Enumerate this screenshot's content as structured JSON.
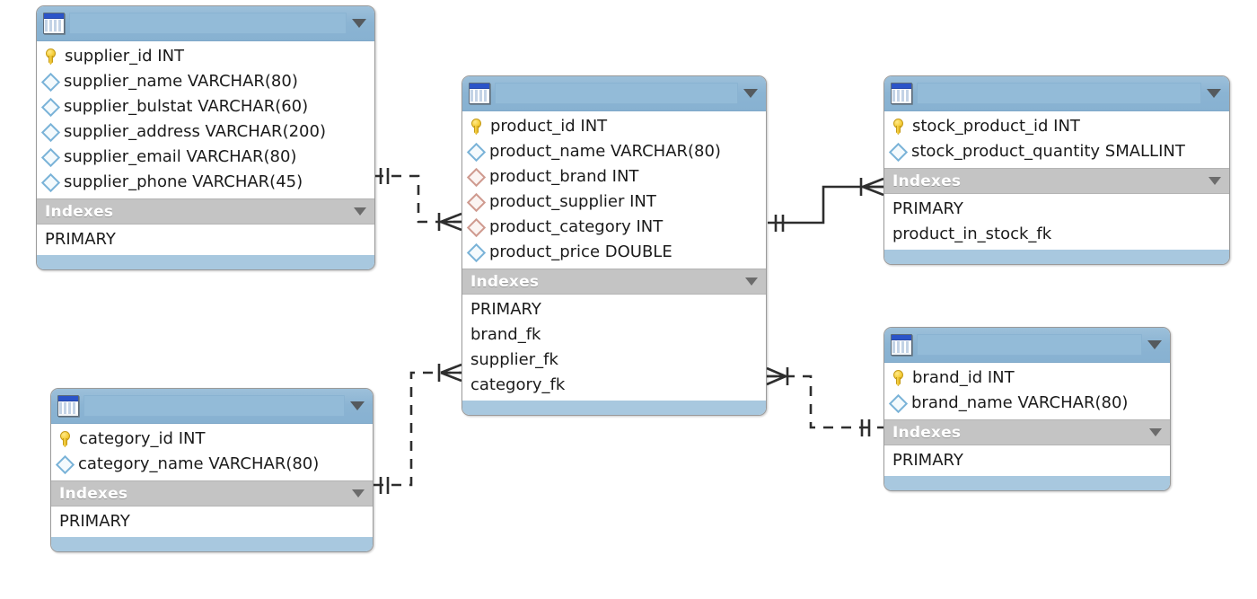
{
  "diagram": {
    "kind": "eer-diagram",
    "background": "#ffffff",
    "title_bar_color": "#8bb4d3",
    "index_header_color": "#c4c4c4",
    "footer_color": "#a8c8df",
    "pk_icon_color": "#f6cf3c",
    "column_icon_color": "#7ab3d8",
    "fk_icon_color": "#cf9a8f",
    "connector_color": "#2e2e2e"
  },
  "icons": {
    "table": "table-icon",
    "collapse": "chevron-down-icon",
    "primary_key": "key-icon",
    "column": "diamond-icon",
    "foreign_key_column": "diamond-fk-icon"
  },
  "labels": {
    "indexes_section": "Indexes"
  },
  "tables": [
    {
      "id": "supplier",
      "title": "",
      "columns": [
        {
          "name": "supplier_id INT",
          "icon": "key-icon",
          "kind": "pk"
        },
        {
          "name": "supplier_name VARCHAR(80)",
          "icon": "diamond-icon",
          "kind": "column"
        },
        {
          "name": "supplier_bulstat VARCHAR(60)",
          "icon": "diamond-icon",
          "kind": "column"
        },
        {
          "name": "supplier_address VARCHAR(200)",
          "icon": "diamond-icon",
          "kind": "column"
        },
        {
          "name": "supplier_email VARCHAR(80)",
          "icon": "diamond-icon",
          "kind": "column"
        },
        {
          "name": "supplier_phone VARCHAR(45)",
          "icon": "diamond-icon",
          "kind": "column"
        }
      ],
      "indexes": [
        "PRIMARY"
      ]
    },
    {
      "id": "product",
      "title": "",
      "columns": [
        {
          "name": "product_id INT",
          "icon": "key-icon",
          "kind": "pk"
        },
        {
          "name": "product_name VARCHAR(80)",
          "icon": "diamond-icon",
          "kind": "column"
        },
        {
          "name": "product_brand INT",
          "icon": "diamond-fk-icon",
          "kind": "fk"
        },
        {
          "name": "product_supplier INT",
          "icon": "diamond-fk-icon",
          "kind": "fk"
        },
        {
          "name": "product_category INT",
          "icon": "diamond-fk-icon",
          "kind": "fk"
        },
        {
          "name": "product_price DOUBLE",
          "icon": "diamond-icon",
          "kind": "column"
        }
      ],
      "indexes": [
        "PRIMARY",
        "brand_fk",
        "supplier_fk",
        "category_fk"
      ]
    },
    {
      "id": "stock",
      "title": "",
      "columns": [
        {
          "name": "stock_product_id INT",
          "icon": "key-icon",
          "kind": "pk"
        },
        {
          "name": "stock_product_quantity SMALLINT",
          "icon": "diamond-icon",
          "kind": "column"
        }
      ],
      "indexes": [
        "PRIMARY",
        "product_in_stock_fk"
      ]
    },
    {
      "id": "brand",
      "title": "",
      "columns": [
        {
          "name": "brand_id INT",
          "icon": "key-icon",
          "kind": "pk"
        },
        {
          "name": "brand_name VARCHAR(80)",
          "icon": "diamond-icon",
          "kind": "column"
        }
      ],
      "indexes": [
        "PRIMARY"
      ]
    },
    {
      "id": "category",
      "title": "",
      "columns": [
        {
          "name": "category_id INT",
          "icon": "key-icon",
          "kind": "pk"
        },
        {
          "name": "category_name VARCHAR(80)",
          "icon": "diamond-icon",
          "kind": "column"
        }
      ],
      "indexes": [
        "PRIMARY"
      ]
    }
  ],
  "relationships": [
    {
      "id": "supplier-product",
      "from": "supplier",
      "to": "product",
      "style": "dashed",
      "from_cardinality": "one",
      "to_cardinality": "many"
    },
    {
      "id": "product-stock",
      "from": "product",
      "to": "stock",
      "style": "solid",
      "from_cardinality": "one",
      "to_cardinality": "many"
    },
    {
      "id": "product-brand",
      "from": "product",
      "to": "brand",
      "style": "dashed",
      "from_cardinality": "many",
      "to_cardinality": "one"
    },
    {
      "id": "category-product",
      "from": "category",
      "to": "product",
      "style": "dashed",
      "from_cardinality": "one",
      "to_cardinality": "many"
    }
  ]
}
